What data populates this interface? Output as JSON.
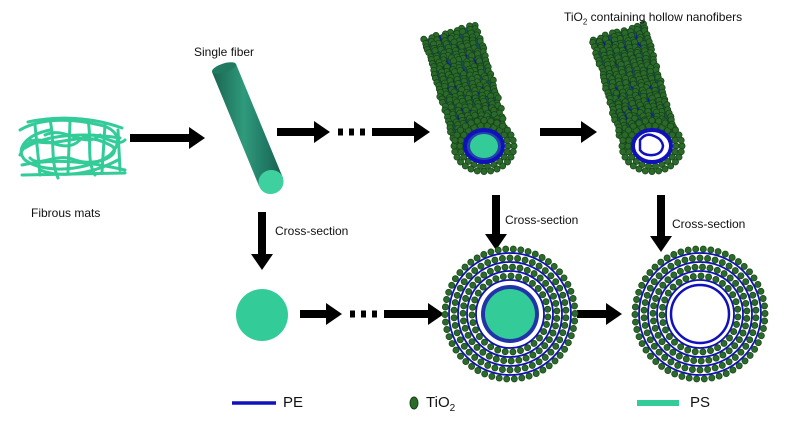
{
  "labels": {
    "single_fiber": "Single fiber",
    "fibrous_mats": "Fibrous mats",
    "cross_section_1": "Cross-section",
    "cross_section_2": "Cross-section",
    "cross_section_3": "Cross-section",
    "title_prefix": "TiO",
    "title_sub": "2",
    "title_suffix": " containing hollow nanofibers"
  },
  "legend": {
    "pe": "PE",
    "tio2_prefix": "TiO",
    "tio2_sub": "2",
    "ps": "PS"
  },
  "colors": {
    "ps": "#33cc99",
    "pe": "#1111bb",
    "tio2": "#2a6a2a",
    "tio2_dark": "#184218",
    "arrow": "#000000",
    "fiber_dark": "#1c6e5a",
    "fiber_light": "#45b894"
  }
}
